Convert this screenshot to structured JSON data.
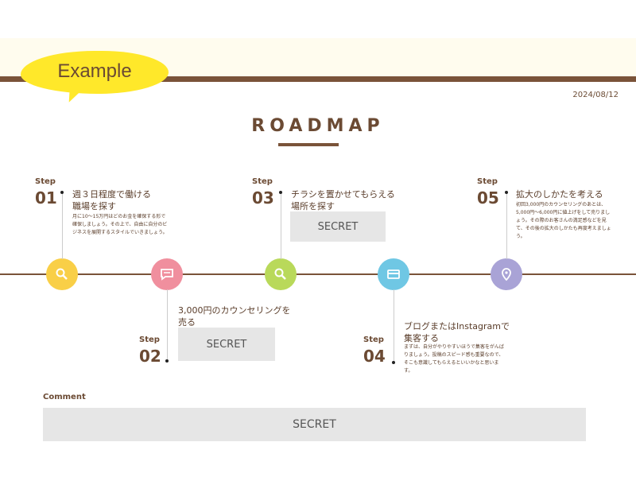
{
  "badge": "Example",
  "date": "2024/08/12",
  "title": "ROADMAP",
  "step_label": "Step",
  "steps": [
    {
      "num": "01",
      "title_1": "週３日程度で働ける",
      "title_2": "職場を探す",
      "desc": "月に10〜15万円はどのお金を確保する形で確保しましょう。その上で、自由に自分のビジネスを展開するスタイルでいきましょう。",
      "icon": "search-icon",
      "color": "#f9cf47"
    },
    {
      "num": "02",
      "title_1": "3,000円のカウンセリングを",
      "title_2": "売る",
      "secret": "SECRET",
      "icon": "chat-icon",
      "color": "#f08f9e"
    },
    {
      "num": "03",
      "title_1": "チラシを置かせてもらえる",
      "title_2": "場所を探す",
      "secret": "SECRET",
      "icon": "search-icon",
      "color": "#b9d95a"
    },
    {
      "num": "04",
      "title_1": "ブログまたはInstagramで",
      "title_2": "集客する",
      "desc": "まずは、自分がやりやすいほうで集客をがんばりましょう。投稿のスピード感も重要なので、そこも意識してもらえるといいかなと思います。",
      "icon": "card-icon",
      "color": "#6fc7e4"
    },
    {
      "num": "05",
      "title_1": "拡大のしかたを考える",
      "desc": "初回3,000円のカウンセリングのあとは、5,000円〜6,000円に値上げをして売りましょう。その際のお客さんの満足感などを見て、その後の拡大のしかたも再度考えましょう。",
      "icon": "location-pin-icon",
      "color": "#a9a3d6"
    }
  ],
  "comment": {
    "label": "Comment",
    "value": "SECRET"
  }
}
